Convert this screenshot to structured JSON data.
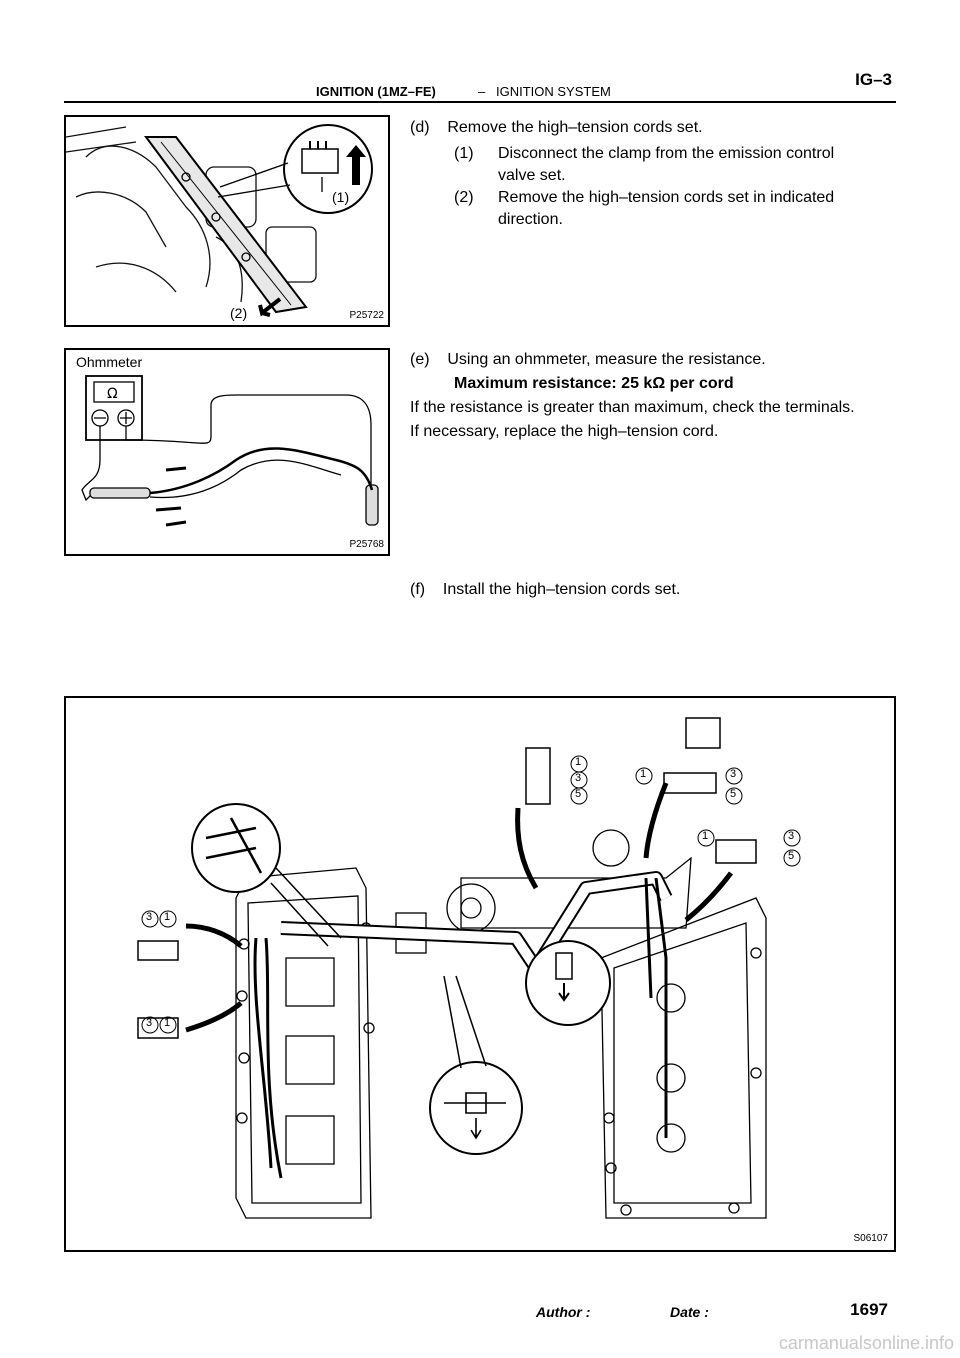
{
  "header": {
    "section": "IGNITION (1MZ–FE)",
    "separator": "–",
    "subsection": "IGNITION SYSTEM",
    "page_code": "IG–3"
  },
  "figures": {
    "fig1": {
      "code": "P25722",
      "callout_1": "(1)",
      "callout_2": "(2)"
    },
    "fig2": {
      "code": "P25768",
      "label": "Ohmmeter"
    },
    "fig3": {
      "code": "S06107",
      "clamp_labels": [
        "1",
        "3",
        "5"
      ],
      "clamp_labels_left": [
        "3",
        "1"
      ]
    }
  },
  "steps": {
    "d": {
      "title": "(d)    Remove the high–tension cords set.",
      "sub1_num": "(1)",
      "sub1_line1": "Disconnect the clamp from the emission control",
      "sub1_line2": "valve set.",
      "sub2_num": "(2)",
      "sub2_line1": "Remove the high–tension cords set in indicated",
      "sub2_line2": "direction."
    },
    "e": {
      "title": "(e)    Using an ohmmeter, measure the resistance.",
      "spec": "Maximum resistance: 25 kΩ per cord",
      "note1": "If the resistance is greater than maximum, check the terminals.",
      "note2": "If necessary, replace the high–tension cord."
    },
    "f": {
      "title": "(f)    Install the high–tension cords set."
    }
  },
  "footer": {
    "author_label": "Author :",
    "date_label": "Date :",
    "page_number": "1697"
  },
  "watermark": "carmanualsonline.info"
}
